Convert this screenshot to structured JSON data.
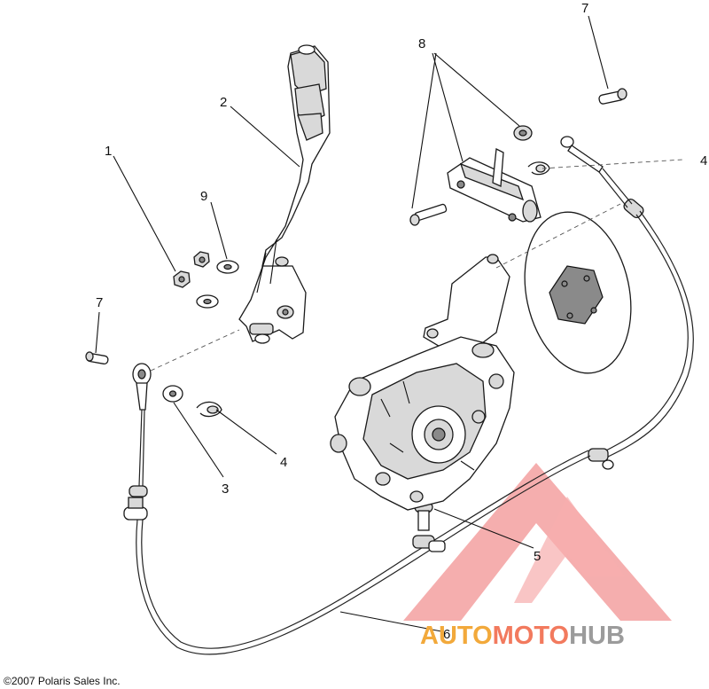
{
  "callouts": [
    {
      "id": "1",
      "label": "1"
    },
    {
      "id": "2",
      "label": "2"
    },
    {
      "id": "3",
      "label": "3"
    },
    {
      "id": "4a",
      "label": "4"
    },
    {
      "id": "4b",
      "label": "4"
    },
    {
      "id": "5",
      "label": "5"
    },
    {
      "id": "6",
      "label": "6"
    },
    {
      "id": "7a",
      "label": "7"
    },
    {
      "id": "7b",
      "label": "7"
    },
    {
      "id": "8",
      "label": "8"
    },
    {
      "id": "9",
      "label": "9"
    }
  ],
  "copyright": "©2007 Polaris Sales Inc.",
  "watermark": {
    "part1": "AUTO",
    "part2": "MOTO",
    "part3": "HUB",
    "colors": {
      "triangle": "#f08080",
      "auto": "#f2a93b",
      "moto": "#f27a5e",
      "hub": "#9b9b9b"
    }
  }
}
